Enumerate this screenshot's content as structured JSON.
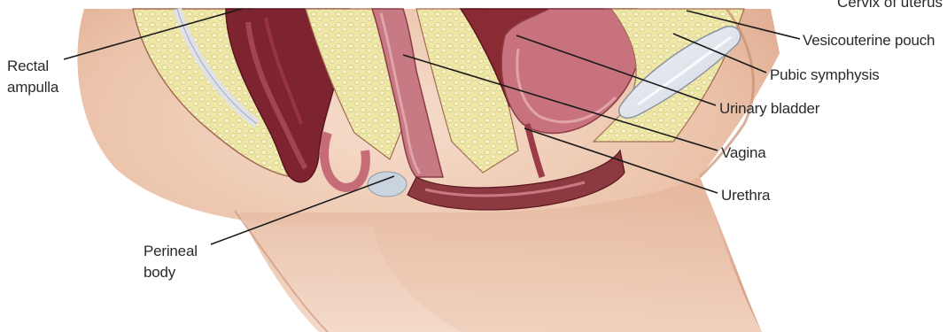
{
  "labels": {
    "cut_top": "Cervix of uterus",
    "vesicouterine_pouch": "Vesicouterine pouch",
    "pubic_symphysis": "Pubic symphysis",
    "urinary_bladder": "Urinary bladder",
    "vagina": "Vagina",
    "urethra": "Urethra",
    "rectal_ampulla_line1": "Rectal",
    "rectal_ampulla_line2": "ampulla",
    "perineal_body_line1": "Perineal",
    "perineal_body_line2": "body"
  },
  "colors": {
    "skin": "#e9bfa6",
    "skin_shadow": "#c98f74",
    "fat": "#efe7a8",
    "muscle": "#8a2a32",
    "mucosa": "#c8727e",
    "bone": "#e6e9ef",
    "leader": "#1a1a1a"
  }
}
